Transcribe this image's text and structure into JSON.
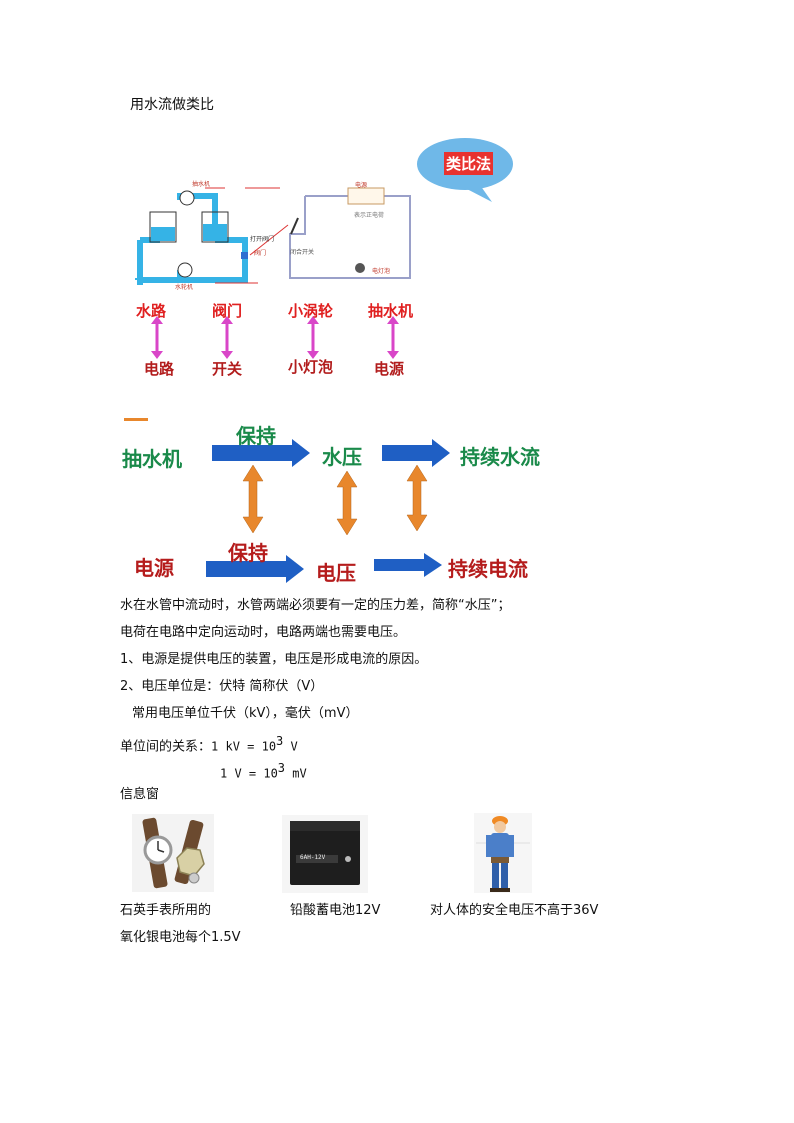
{
  "heading": "用水流做类比",
  "analogy_figure": {
    "bubble_label": "类比法",
    "labels_small": {
      "pump": "抽水机",
      "turbine": "水轮机",
      "valve": "打开阀门",
      "valve_sub": "阀门",
      "power": "电源",
      "power_sub": "表示正电荷",
      "switch": "闭合开关",
      "bulb": "电灯泡"
    },
    "pairs": [
      {
        "top": "水路",
        "bottom": "电路"
      },
      {
        "top": "阀门",
        "bottom": "开关"
      },
      {
        "top": "小涡轮",
        "bottom": "小灯泡"
      },
      {
        "top": "抽水机",
        "bottom": "电源"
      }
    ]
  },
  "flow_figure": {
    "row1": {
      "source": "抽水机",
      "verb": "保持",
      "middle": "水压",
      "result": "持续水流"
    },
    "row2": {
      "source": "电源",
      "verb": "保持",
      "middle": "电压",
      "result": "持续电流"
    }
  },
  "paragraphs": {
    "p1": "水在水管中流动时，水管两端必须要有一定的压力差，简称“水压”；",
    "p2": "电荷在电路中定向运动时，电路两端也需要电压。",
    "p3": "1、电源是提供电压的装置，电压是形成电流的原因。",
    "p4": "2、电压单位是：伏特 简称伏（V）",
    "p5": "常用电压单位千伏（kV），毫伏（mV）",
    "rel_label": "单位间的关系：",
    "rel1_lhs": "1 kV = 10",
    "rel1_exp": "3",
    "rel1_unit": " V",
    "rel2_lhs": "1 V = 10",
    "rel2_exp": "3",
    "rel2_unit": " mV",
    "info_title": "信息窗"
  },
  "info_items": [
    {
      "caption": "石英手表所用的",
      "caption2": "氧化银电池每个1.5V"
    },
    {
      "caption": "铅酸蓄电池12V",
      "battery_label": "6AH-12V"
    },
    {
      "caption": "对人体的安全电压不高于36V"
    }
  ],
  "colors": {
    "pipe": "#35b3e6",
    "arrow_blue": "#1f5fc4",
    "arrow_orange": "#e8872c",
    "green": "#1a8a4a",
    "red": "#b51c1c",
    "bubble": "#6fb8e8"
  }
}
